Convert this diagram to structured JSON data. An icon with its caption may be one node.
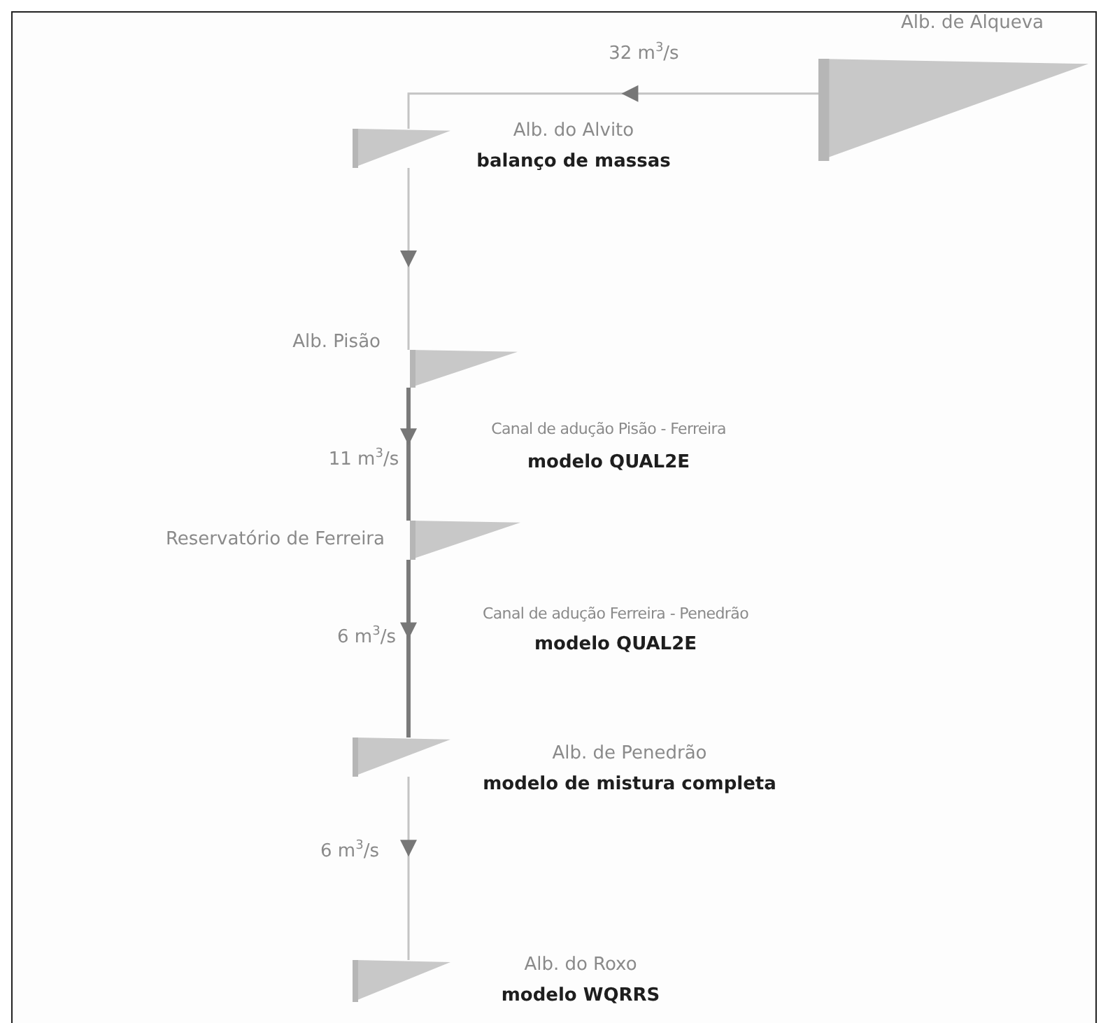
{
  "diagram": {
    "nodes": [
      {
        "text": [
          "Alb. de Alqueva"
        ]
      },
      {
        "text": [
          "Alb. do Alvito",
          "balanço de massas"
        ]
      },
      {
        "text": [
          "Alb. Pisão"
        ]
      },
      {
        "text": [
          "Reservatório de Ferreira"
        ]
      },
      {
        "text": [
          "Alb. de Penedrão",
          "modelo de mistura completa"
        ]
      },
      {
        "text": [
          "Alb. do Roxo",
          "modelo WQRRS"
        ]
      }
    ],
    "edges": [
      {
        "from": 0,
        "to": 1,
        "arrow": "to",
        "label": "32 m$^{3}$/s"
      },
      {
        "from": 1,
        "to": 2,
        "arrow": "to"
      },
      {
        "from": 2,
        "to": 3,
        "arrow": "to",
        "label": "11 m$^{3}$/s",
        "style": "thick",
        "color": "#7a7a7a"
      },
      {
        "from": 3,
        "to": 4,
        "arrow": "to",
        "label": "6 m$^{3}$/s",
        "style": "thick",
        "color": "#7a7a7a"
      },
      {
        "from": 4,
        "to": 5,
        "arrow": "to",
        "label": "6 m$^{3}$/s"
      }
    ],
    "labels": [
      "Canal de adução Pisão - Ferreira",
      "modelo QUAL2E",
      "Canal de adução Ferreira - Penedrão",
      "modelo QUAL2E"
    ]
  }
}
